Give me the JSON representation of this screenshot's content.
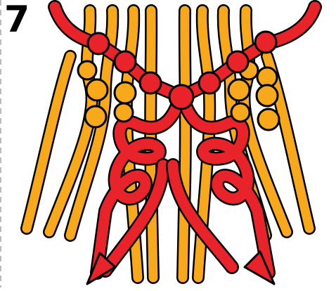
{
  "step_label": "7",
  "colors": {
    "red_cord": "#e8232a",
    "orange_cord": "#f7a81b",
    "outline": "#000000",
    "background": "#ffffff"
  },
  "elements": {
    "cord_colors": [
      "orange",
      "red"
    ],
    "knot_types": [
      "square-knot-red",
      "square-knot-orange"
    ],
    "arrow_icons": [
      "arrow-down-left-icon",
      "arrow-down-right-icon"
    ]
  }
}
